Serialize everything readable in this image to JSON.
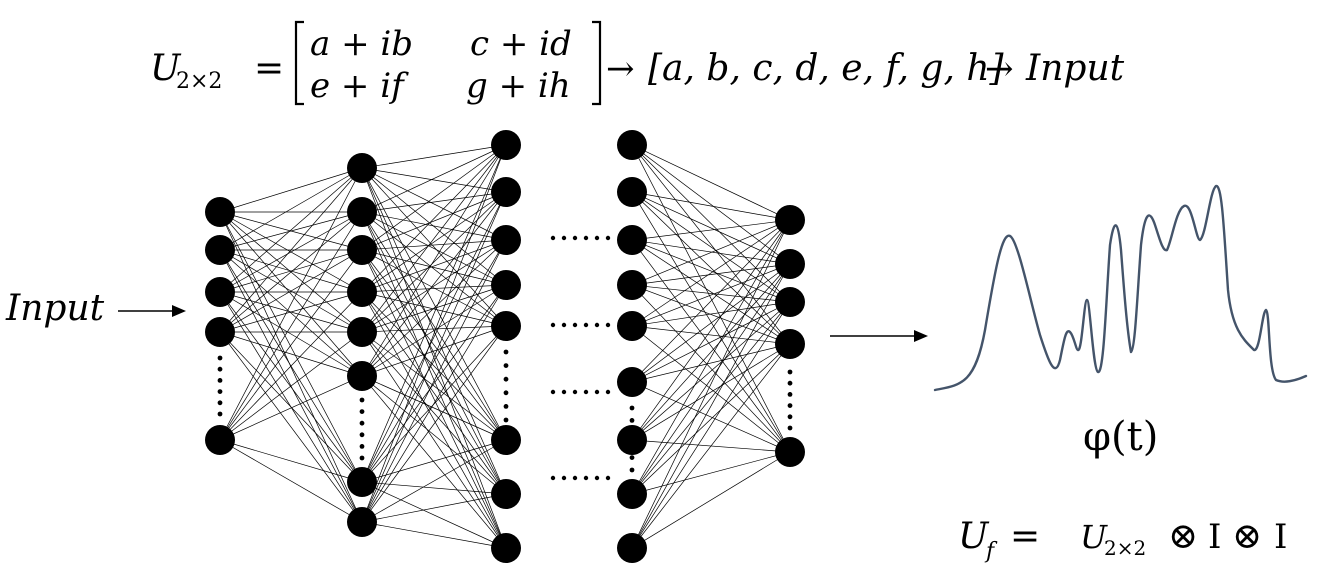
{
  "equation_top": {
    "lhs_base": "U",
    "lhs_sub": "2×2",
    "equals": "=",
    "matrix": [
      [
        "a + ib",
        "c + id"
      ],
      [
        "e + if",
        "g + ih"
      ]
    ],
    "arrow1": "→",
    "vector": "[a, b, c, d, e, f, g, h]",
    "arrow2": "→",
    "target": "Input"
  },
  "input_label": "Input",
  "network": {
    "ellipsis_between_layers": "·····"
  },
  "signal": {
    "label": "φ(t)",
    "line_color": "#44546a"
  },
  "equation_bottom": {
    "lhs_base": "U",
    "lhs_sub": "f",
    "equals": "=",
    "u_base": "U",
    "u_sub": "2×2",
    "tensor1": "⊗",
    "identity1": "I",
    "tensor2": "⊗",
    "identity2": "I"
  }
}
